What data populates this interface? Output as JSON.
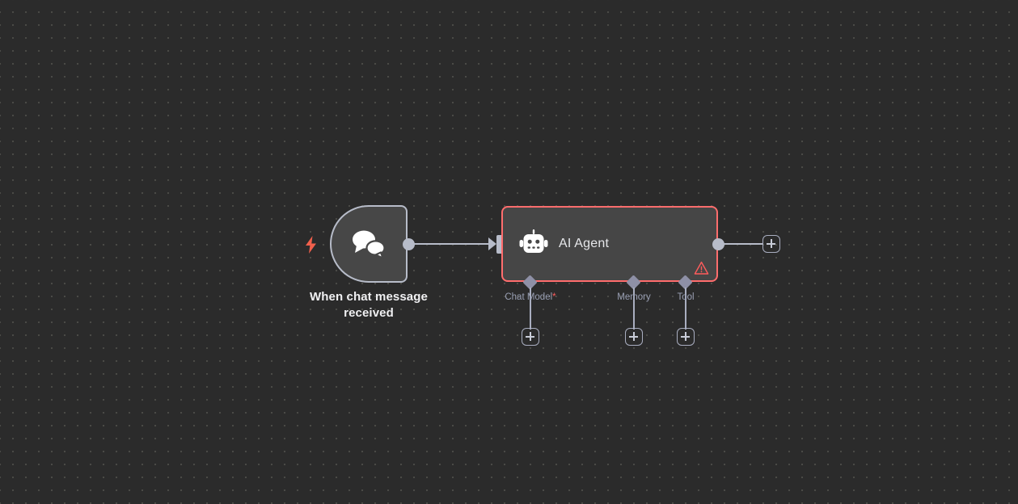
{
  "canvas": {
    "background_color": "#2b2b2b",
    "grid": "dot-grid"
  },
  "trigger_node": {
    "name": "When chat message received",
    "caption_line1": "When chat message",
    "caption_line2": "received",
    "icon": "chat-bubbles-icon",
    "trigger_badge_icon": "lightning-bolt-icon",
    "border_color": "#b7bcc9",
    "fill_color": "#474747"
  },
  "agent_node": {
    "title": "AI Agent",
    "icon": "robot-icon",
    "border_color": "#ff6d6d",
    "fill_color": "#464646",
    "status": "warning",
    "warning_icon": "warning-triangle-icon"
  },
  "sub_nodes": [
    {
      "label": "Chat Model",
      "required": true,
      "required_marker": "*",
      "add_button": "+"
    },
    {
      "label": "Memory",
      "required": false,
      "required_marker": "",
      "add_button": "+"
    },
    {
      "label": "Tool",
      "required": false,
      "required_marker": "",
      "add_button": "+"
    }
  ],
  "output": {
    "add_button": "+"
  }
}
